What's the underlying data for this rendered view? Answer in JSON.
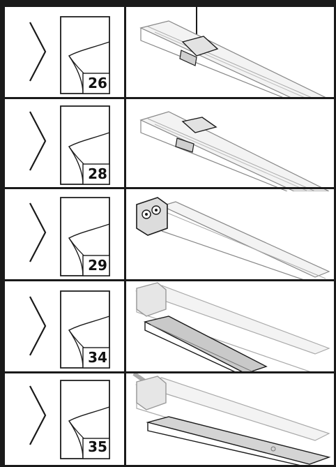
{
  "steps": [
    {
      "page": "26",
      "illustration": "track-clip-hanging"
    },
    {
      "page": "28",
      "illustration": "track-clip-mount"
    },
    {
      "page": "29",
      "illustration": "track-end-connector"
    },
    {
      "page": "34",
      "illustration": "track-diffuser-insert"
    },
    {
      "page": "35",
      "illustration": "track-diffuser-installed"
    }
  ],
  "colors": {
    "line": "#1a1a1a",
    "drawing": "#888888",
    "shade": "#d4d4d4"
  }
}
